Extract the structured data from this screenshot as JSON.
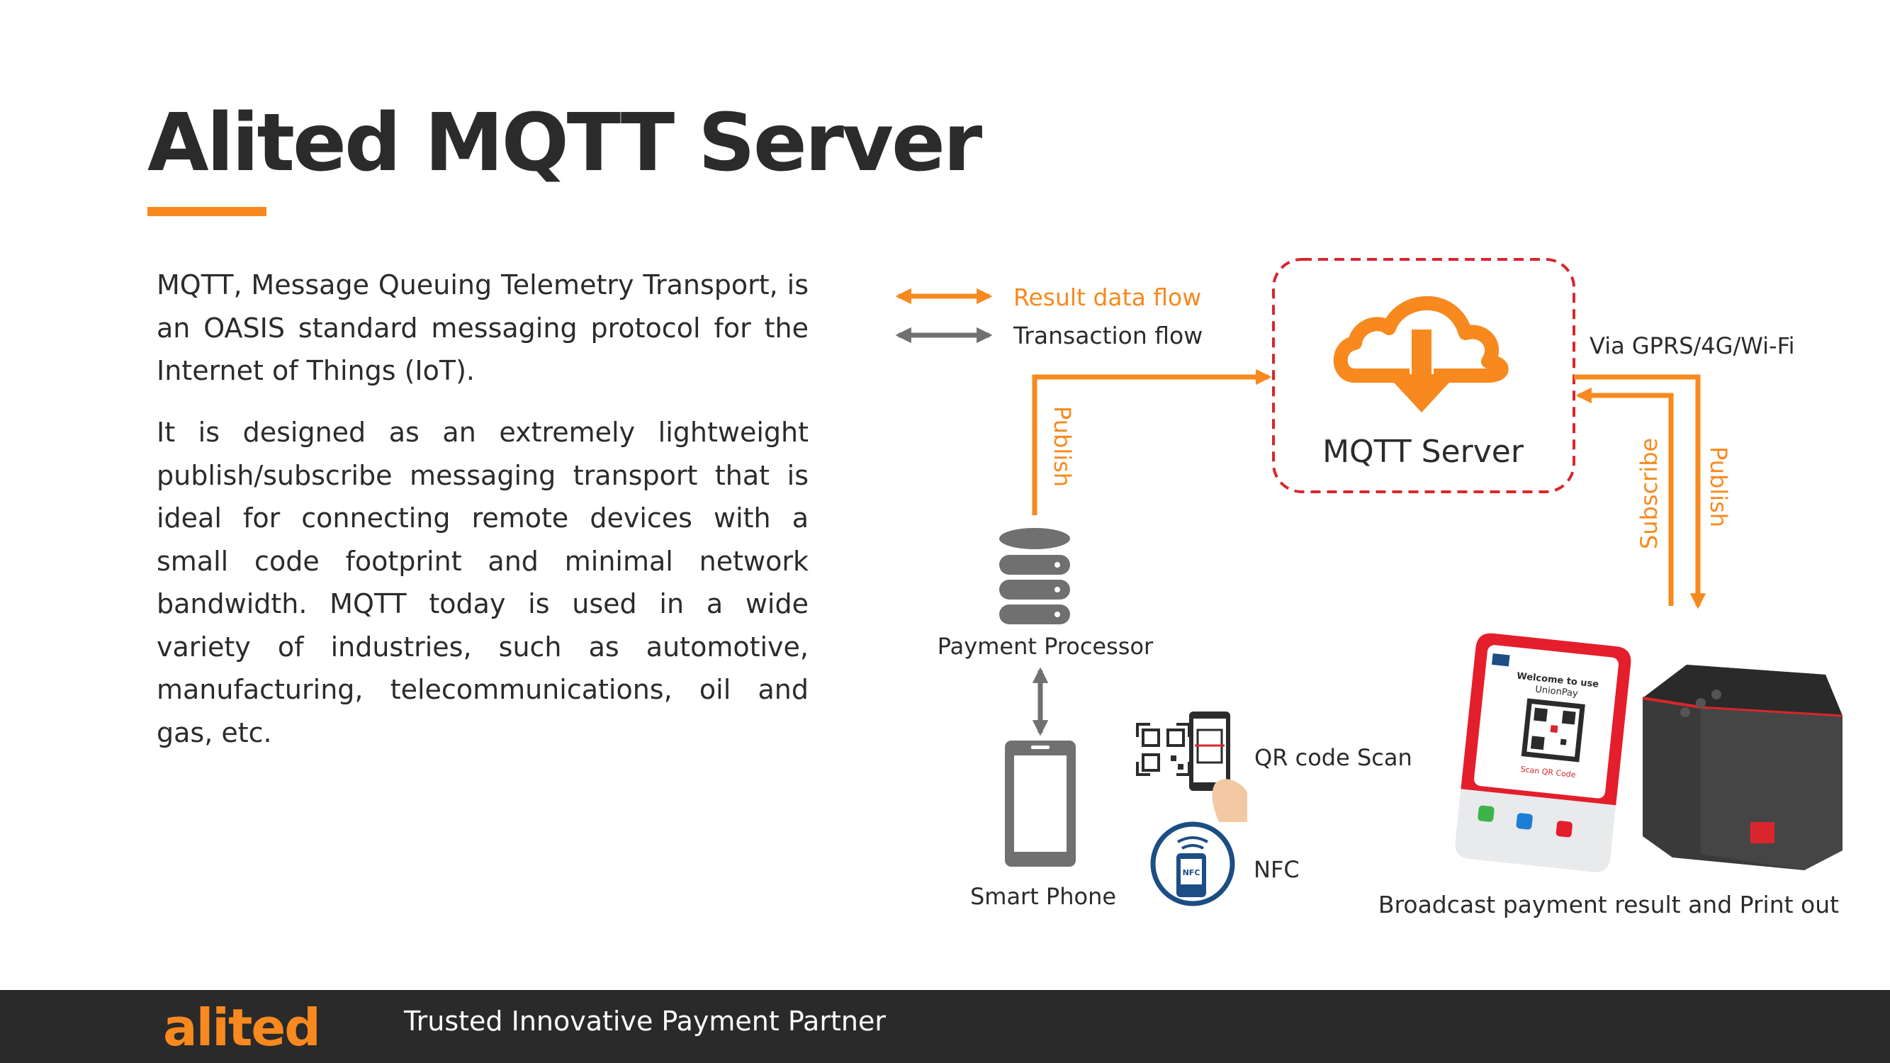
{
  "title": "Alited MQTT Server",
  "paragraphs": [
    "MQTT, Message Queuing Telemetry Transport, is an OASIS standard messaging protocol for the Internet of Things (IoT).",
    "It is designed as an extremely lightweight publish/subscribe messaging transport that is ideal for connecting remote devices with a small code footprint and minimal network bandwidth. MQTT today is used in a wide variety of industries, such as automotive, manufacturing, telecommunications, oil and gas, etc."
  ],
  "legend": {
    "result_flow": "Result data flow",
    "transaction_flow": "Transaction flow"
  },
  "diagram": {
    "server_label": "MQTT Server",
    "connection_label": "Via GPRS/4G/Wi-Fi",
    "publish_left": "Publish",
    "subscribe": "Subscribe",
    "publish_right": "Publish",
    "payment_processor": "Payment Processor",
    "smart_phone": "Smart Phone",
    "qr_scan": "QR code Scan",
    "nfc": "NFC",
    "nfc_badge": "NFC",
    "broadcast": "Broadcast payment result and Print out",
    "device_screen_line1": "Welcome to use",
    "device_screen_line2": "UnionPay",
    "device_scan_label": "Scan QR Code"
  },
  "footer": {
    "logo_text": "alited",
    "tagline": "Trusted Innovative Payment Partner"
  },
  "colors": {
    "accent": "#f7891e",
    "dark": "#2b2b2b",
    "gray": "#707070",
    "server_border": "#d9262c",
    "footer_bg": "#2a2a2a",
    "nfc_blue": "#1c4e85"
  }
}
